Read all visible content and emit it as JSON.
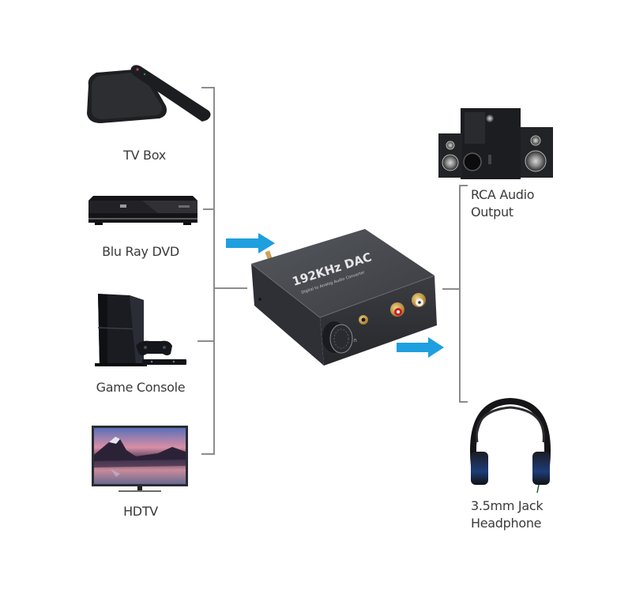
{
  "diagram": {
    "title": "192KHz DAC connection diagram",
    "colors": {
      "arrow": "#1e9fdf",
      "connector_line": "#8c8c8c",
      "label_text": "#3a3a3a",
      "device_body": "#3d3f44"
    },
    "sources": [
      {
        "id": "tv-box",
        "label": "TV Box",
        "icon": "tv-box-icon"
      },
      {
        "id": "blu-ray-dvd",
        "label": "Blu Ray DVD",
        "icon": "blu-ray-player-icon"
      },
      {
        "id": "game-console",
        "label": "Game Console",
        "icon": "game-console-icon"
      },
      {
        "id": "hdtv",
        "label": "HDTV",
        "icon": "tv-icon"
      }
    ],
    "converter": {
      "name": "192KHz DAC",
      "subtitle": "Digital to Analog Audio Converter",
      "icon": "dac-converter-icon"
    },
    "outputs": [
      {
        "id": "rca-audio-output",
        "label_line1": "RCA Audio",
        "label_line2": "Output",
        "icon": "speaker-system-icon"
      },
      {
        "id": "headphone-output",
        "label_line1": "3.5mm Jack",
        "label_line2": "Headphone",
        "icon": "headphones-icon"
      }
    ],
    "arrows": [
      {
        "id": "input-arrow",
        "direction": "right"
      },
      {
        "id": "output-arrow",
        "direction": "right"
      }
    ]
  }
}
